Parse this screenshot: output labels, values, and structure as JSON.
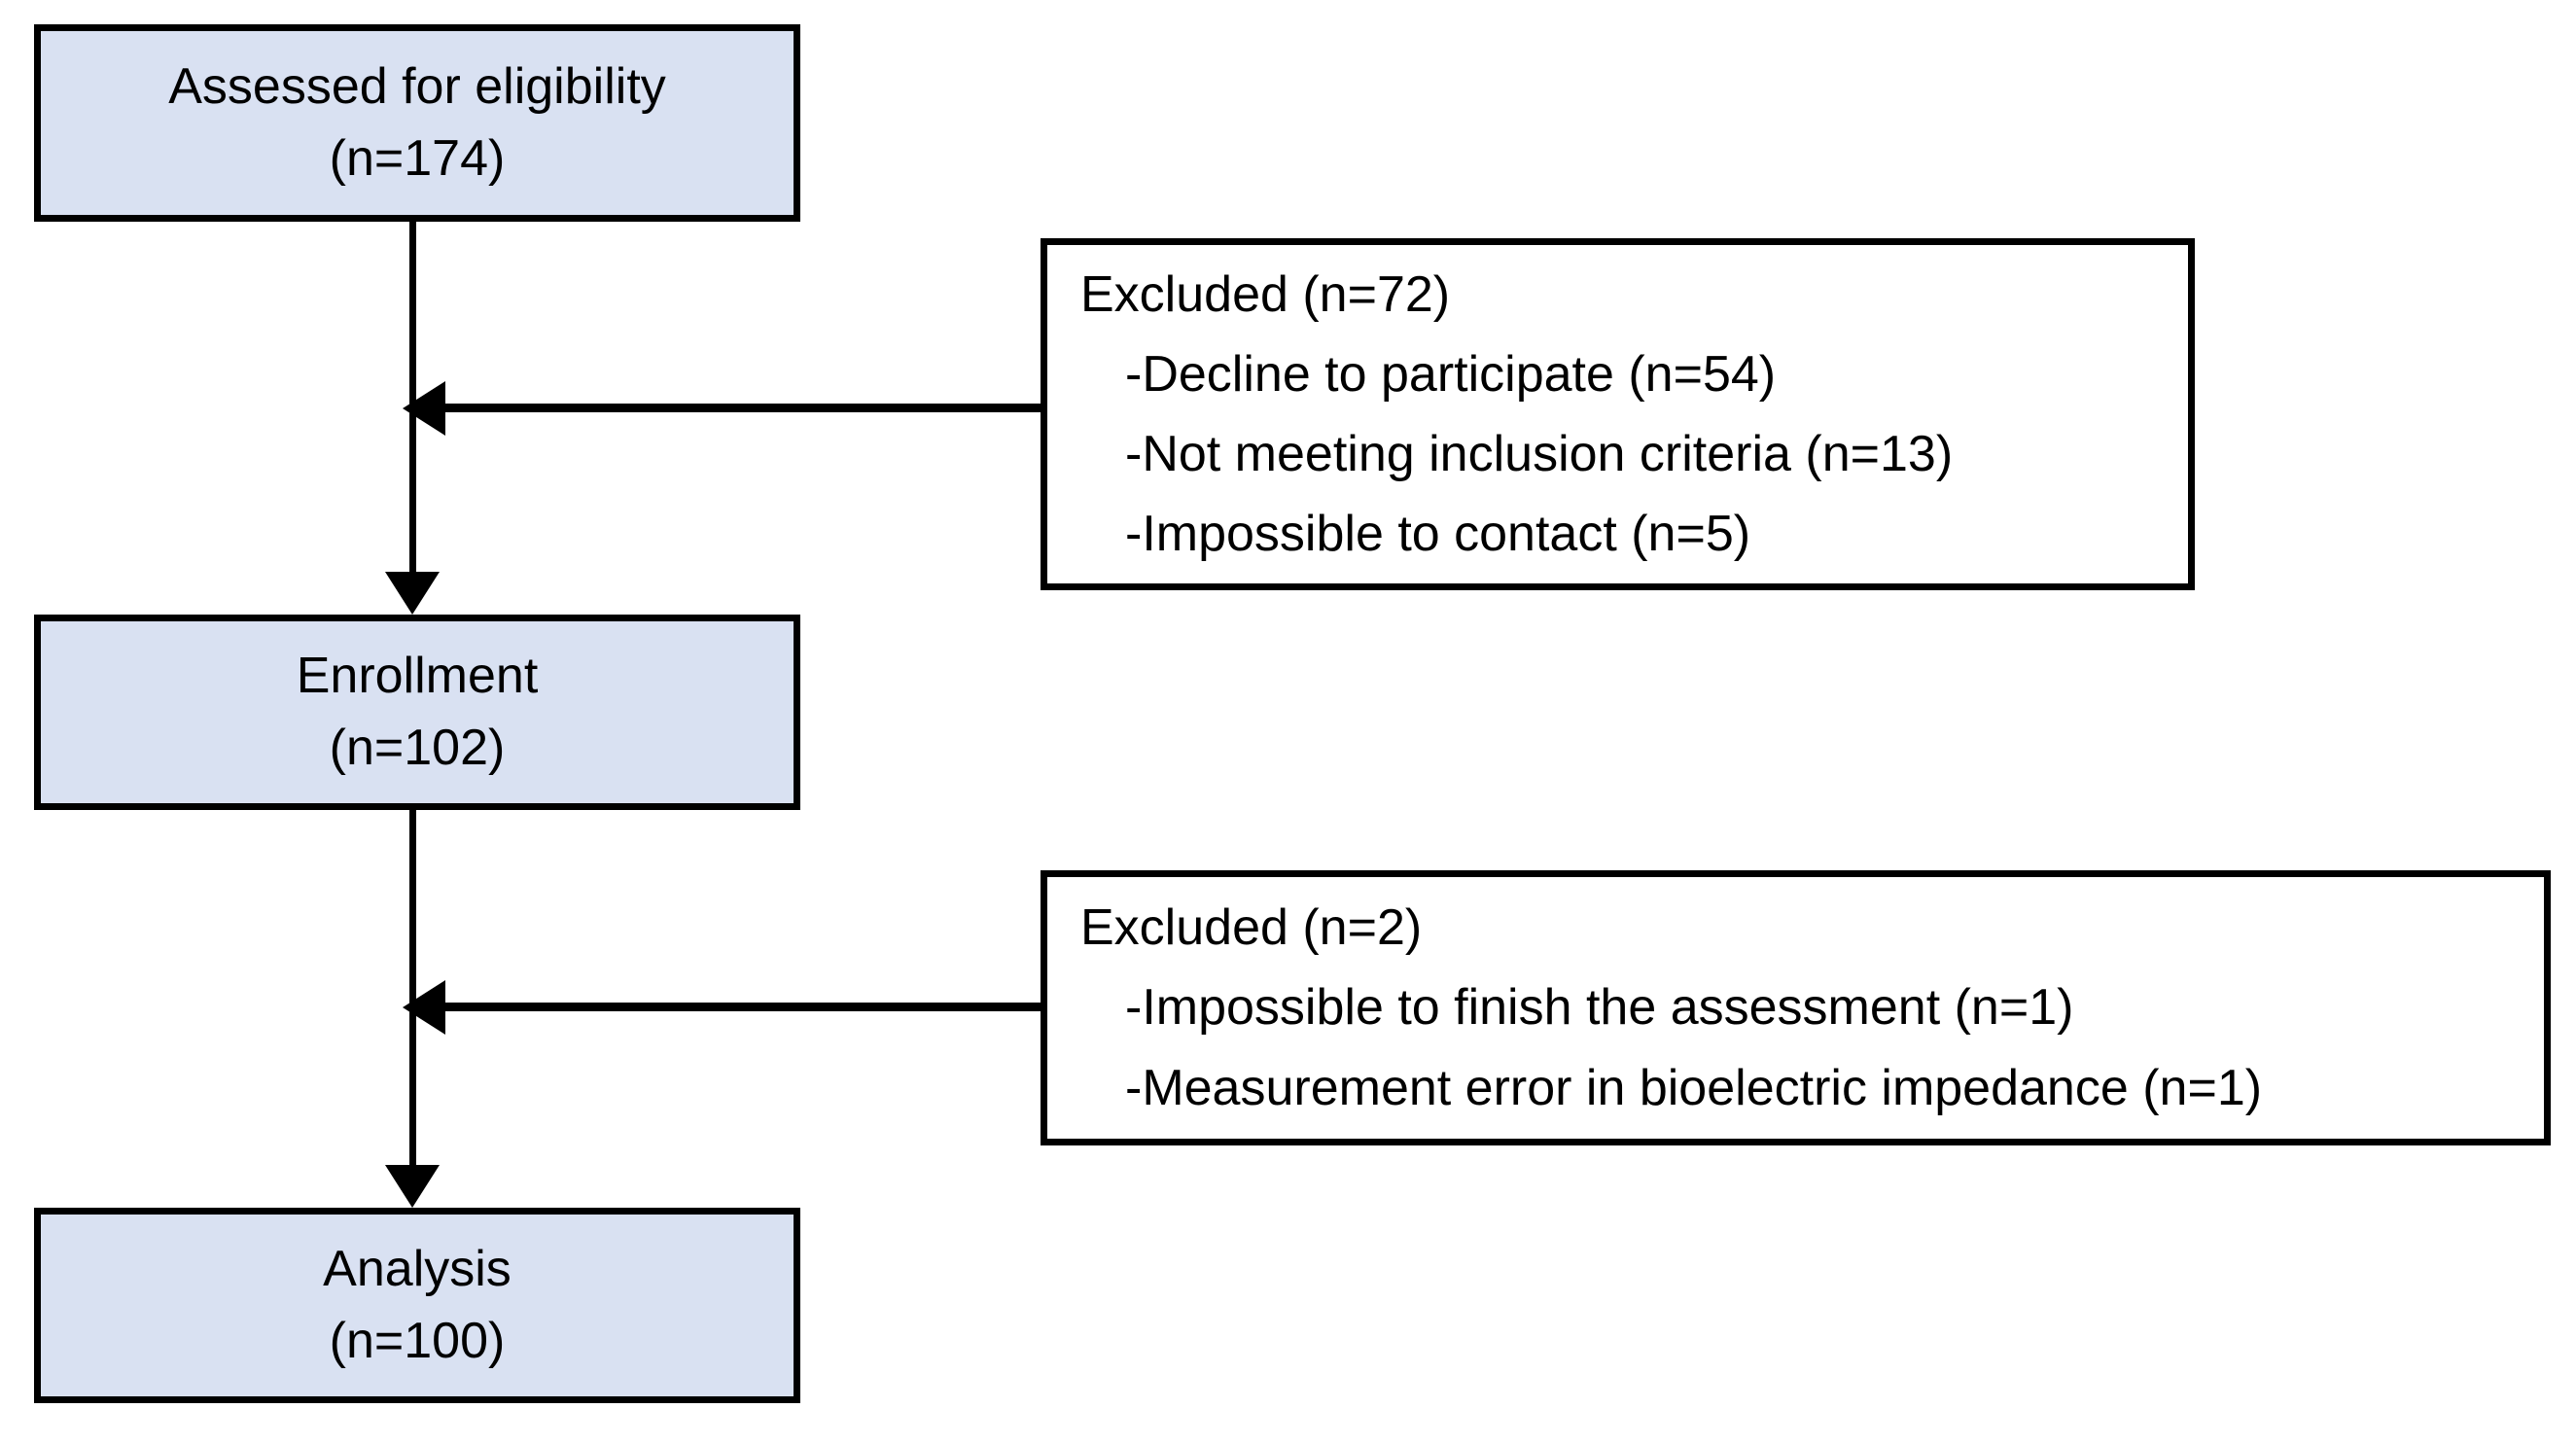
{
  "diagram": {
    "type": "flowchart",
    "title": "CONSORT-style participant flow diagram",
    "colors": {
      "node_fill": "#d9e1f2",
      "exclusion_fill": "#ffffff",
      "stroke": "#000000",
      "text": "#000000"
    }
  },
  "nodes": {
    "assessed": {
      "line1": "Assessed for eligibility",
      "line2": "(n=174)",
      "n": 174
    },
    "enrollment": {
      "line1": "Enrollment",
      "line2": "(n=102)",
      "n": 102
    },
    "analysis": {
      "line1": "Analysis",
      "line2": "(n=100)",
      "n": 100
    }
  },
  "exclusions": {
    "first": {
      "title": "Excluded (n=72)",
      "n": 72,
      "reasons": [
        {
          "label": "-Decline to participate (n=54)",
          "n": 54
        },
        {
          "label": "-Not meeting inclusion criteria (n=13)",
          "n": 13
        },
        {
          "label": "-Impossible to contact (n=5)",
          "n": 5
        }
      ]
    },
    "second": {
      "title": "Excluded (n=2)",
      "n": 2,
      "reasons": [
        {
          "label": "-Impossible to finish the assessment (n=1)",
          "n": 1
        },
        {
          "label": "-Measurement error in bioelectric impedance (n=1)",
          "n": 1
        }
      ]
    }
  }
}
